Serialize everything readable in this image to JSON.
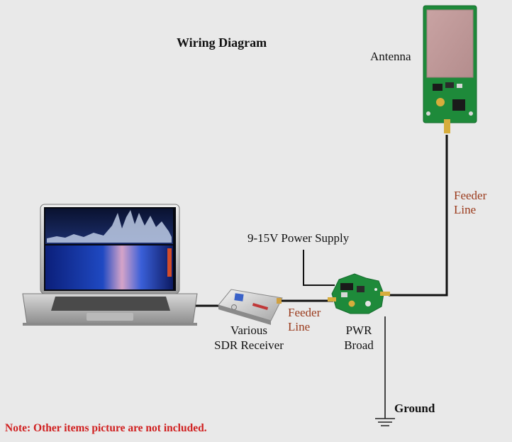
{
  "title": "Wiring Diagram",
  "labels": {
    "antenna": "Antenna",
    "feeder_top_line1": "Feeder",
    "feeder_top_line2": "Line",
    "power_supply": "9-15V Power Supply",
    "feeder_mid_line1": "Feeder",
    "feeder_mid_line2": "Line",
    "receiver_line1": "Various",
    "receiver_line2": "SDR Receiver",
    "board_line1": "PWR",
    "board_line2": "Broad",
    "ground": "Ground"
  },
  "note": "Note: Other items picture are not included.",
  "colors": {
    "background": "#e9e9e9",
    "feeder_text": "#9a3a1c",
    "note_text": "#d02020",
    "pcb_green": "#1e8a3a",
    "wire": "#111111"
  },
  "icons": [
    "laptop-icon",
    "sdr-receiver-icon",
    "pwr-board-icon",
    "antenna-icon",
    "ground-icon"
  ]
}
